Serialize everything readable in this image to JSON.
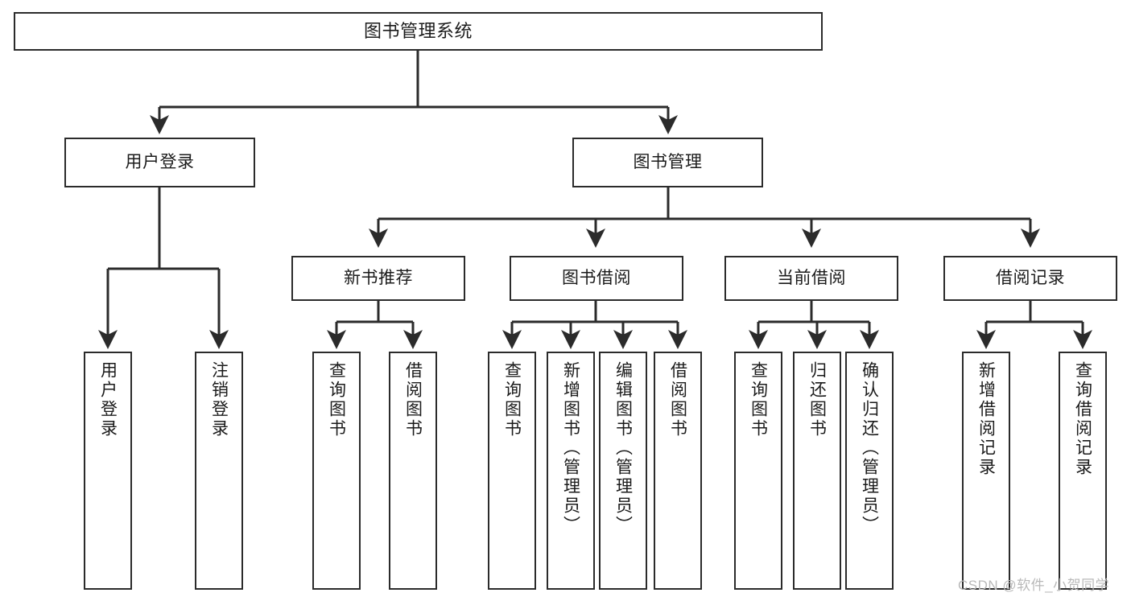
{
  "diagram": {
    "type": "tree",
    "title": "图书管理系统",
    "watermark": "CSDN @软件_小贺同学",
    "colors": {
      "stroke": "#2b2b2b",
      "fill": "#ffffff",
      "text": "#1b1b1b",
      "watermark": "#b9b9b9"
    },
    "nodes": {
      "root": {
        "label": "图书管理系统"
      },
      "level2": [
        {
          "id": "user-login",
          "label": "用户登录"
        },
        {
          "id": "book-management",
          "label": "图书管理"
        }
      ],
      "level3": [
        {
          "id": "new-book-recommend",
          "label": "新书推荐"
        },
        {
          "id": "book-borrow",
          "label": "图书借阅"
        },
        {
          "id": "current-borrow",
          "label": "当前借阅"
        },
        {
          "id": "borrow-record",
          "label": "借阅记录"
        }
      ],
      "leaves": {
        "user_login": [
          {
            "id": "leaf-user-login",
            "label": "用户登录"
          },
          {
            "id": "leaf-logout-login",
            "label": "注销登录"
          }
        ],
        "new_book_recommend": [
          {
            "id": "leaf-query-book-1",
            "label": "查询图书"
          },
          {
            "id": "leaf-borrow-book-1",
            "label": "借阅图书"
          }
        ],
        "book_borrow": [
          {
            "id": "leaf-query-book-2",
            "label": "查询图书"
          },
          {
            "id": "leaf-add-book-admin",
            "label": "新增图书（管理员）"
          },
          {
            "id": "leaf-edit-book-admin",
            "label": "编辑图书（管理员）"
          },
          {
            "id": "leaf-borrow-book-2",
            "label": "借阅图书"
          }
        ],
        "current_borrow": [
          {
            "id": "leaf-query-book-3",
            "label": "查询图书"
          },
          {
            "id": "leaf-return-book",
            "label": "归还图书"
          },
          {
            "id": "leaf-confirm-return-admin",
            "label": "确认归还（管理员）"
          }
        ],
        "borrow_record": [
          {
            "id": "leaf-add-borrow-record",
            "label": "新增借阅记录"
          },
          {
            "id": "leaf-query-borrow-record",
            "label": "查询借阅记录"
          }
        ]
      }
    }
  }
}
